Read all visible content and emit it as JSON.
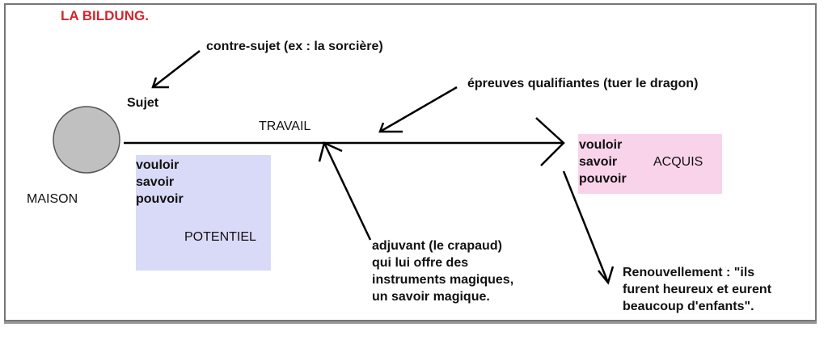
{
  "title": "LA BILDUNG.",
  "labels": {
    "contre_sujet": "contre-sujet (ex : la sorcière)",
    "sujet": "Sujet",
    "epreuves": "épreuves qualifiantes (tuer le dragon)",
    "travail": "TRAVAIL",
    "maison": "MAISON"
  },
  "potentiel": {
    "lines": [
      "vouloir",
      "savoir",
      "pouvoir"
    ],
    "label": "POTENTIEL"
  },
  "acquis": {
    "lines": [
      "vouloir",
      "savoir",
      "pouvoir"
    ],
    "label": "ACQUIS"
  },
  "adjuvant": [
    "adjuvant (le crapaud)",
    "qui lui offre des",
    "instruments magiques,",
    "un savoir magique."
  ],
  "renouvellement": [
    "Renouvellement : \"ils",
    "furent heureux et eurent",
    "beaucoup d'enfants\"."
  ],
  "colors": {
    "title": "#d0262c",
    "potentiel_bg": "#d9daf8",
    "acquis_bg": "#f9d3ea",
    "circle": "#c0c0c0"
  }
}
